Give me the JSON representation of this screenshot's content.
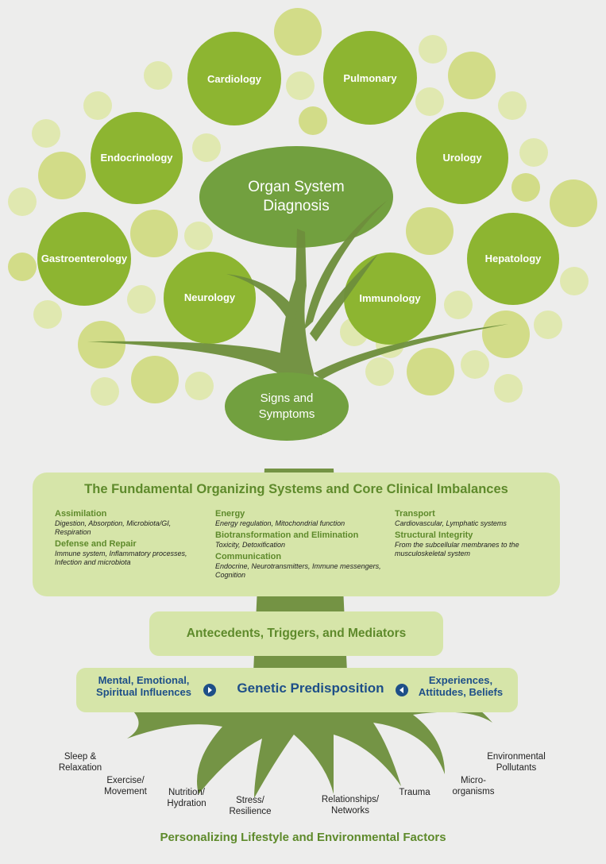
{
  "colors": {
    "background": "#ededec",
    "bubble_large": "#8db531",
    "bubble_light": "#d2dc88",
    "bubble_pale": "#e0e8b0",
    "hub": "#72a03f",
    "trunk": "#6e8f3c",
    "panel": "#d6e5a9",
    "heading_green": "#5e8a2b",
    "blue": "#1e4f88"
  },
  "organs": {
    "cardiology": "Cardiology",
    "pulmonary": "Pulmonary",
    "endocrinology": "Endocrinology",
    "urology": "Urology",
    "gastroenterology": "Gastroenterology",
    "hepatology": "Hepatology",
    "neurology": "Neurology",
    "immunology": "Immunology"
  },
  "diagnosis": {
    "line1": "Organ System",
    "line2": "Diagnosis"
  },
  "signs": {
    "line1": "Signs and",
    "line2": "Symptoms"
  },
  "core": {
    "title": "The Fundamental Organizing Systems and Core Clinical Imbalances",
    "assimilation": {
      "heading": "Assimilation",
      "detail": "Digestion, Absorption, Microbiota/GI, Respiration"
    },
    "defense": {
      "heading": "Defense and Repair",
      "detail": "Immune system, Inflammatory processes, Infection and microbiota"
    },
    "energy": {
      "heading": "Energy",
      "detail": "Energy regulation, Mitochondrial function"
    },
    "biotransformation": {
      "heading": "Biotransformation and Elimination",
      "detail": "Toxicity, Detoxification"
    },
    "communication": {
      "heading": "Communication",
      "detail": "Endocrine, Neurotransmitters, Immune messengers, Cognition"
    },
    "transport": {
      "heading": "Transport",
      "detail": "Cardiovascular, Lymphatic systems"
    },
    "structural": {
      "heading": "Structural Integrity",
      "detail": "From the subcellular membranes to the musculoskeletal system"
    }
  },
  "antecedents": "Antecedents, Triggers, and Mediators",
  "genetic": {
    "left_line1": "Mental, Emotional,",
    "left_line2": "Spiritual Influences",
    "center": "Genetic Predisposition",
    "right_line1": "Experiences,",
    "right_line2": "Attitudes, Beliefs",
    "left_arrow_icon": "arrow-right-circle-icon",
    "right_arrow_icon": "arrow-left-circle-icon"
  },
  "roots": {
    "sleep": {
      "line1": "Sleep &",
      "line2": "Relaxation"
    },
    "exercise": {
      "line1": "Exercise/",
      "line2": "Movement"
    },
    "nutrition": {
      "line1": "Nutrition/",
      "line2": "Hydration"
    },
    "stress": {
      "line1": "Stress/",
      "line2": "Resilience"
    },
    "relationships": {
      "line1": "Relationships/",
      "line2": "Networks"
    },
    "trauma": {
      "line1": "Trauma"
    },
    "microorganisms": {
      "line1": "Micro-",
      "line2": "organisms"
    },
    "environmental": {
      "line1": "Environmental",
      "line2": "Pollutants"
    }
  },
  "footer": "Personalizing Lifestyle and Environmental Factors"
}
